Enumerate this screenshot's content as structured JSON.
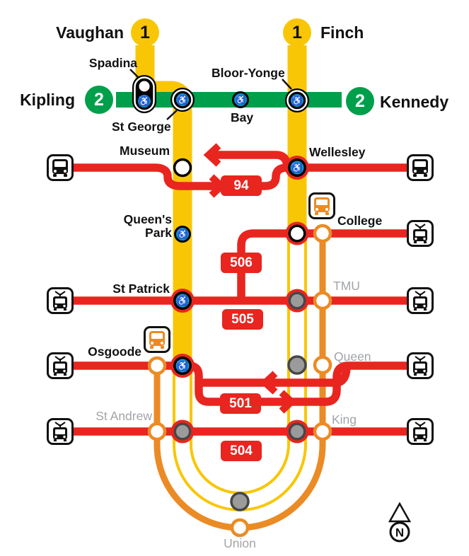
{
  "lines": {
    "line1": {
      "number": "1",
      "west_terminal": "Vaughan",
      "east_terminal": "Finch"
    },
    "line2": {
      "number": "2",
      "west_terminal": "Kipling",
      "east_terminal": "Kennedy"
    }
  },
  "stations": {
    "spadina": "Spadina",
    "st_george": "St George",
    "bay": "Bay",
    "bloor_yonge": "Bloor-Yonge",
    "museum": "Museum",
    "wellesley": "Wellesley",
    "queens_park": "Queen's Park",
    "college": "College",
    "st_patrick": "St Patrick",
    "tmu": "TMU",
    "osgoode": "Osgoode",
    "queen": "Queen",
    "st_andrew": "St Andrew",
    "king": "King",
    "union": "Union"
  },
  "routes": {
    "r94": {
      "badge": "94"
    },
    "r506": {
      "badge": "506"
    },
    "r505": {
      "badge": "505"
    },
    "r501": {
      "badge": "501"
    },
    "r504": {
      "badge": "504"
    }
  },
  "compass": {
    "label": "N"
  },
  "icons": {
    "bus_stop": "bus-icon",
    "streetcar_stop": "streetcar-icon",
    "shuttle_stop": "shuttle-bus-icon",
    "accessible": "wheelchair-icon",
    "compass": "north-compass-icon"
  },
  "colors": {
    "line1": "#F9C606",
    "line2": "#009F4B",
    "route": "#E8251F",
    "diversion": "#EB8B25",
    "accessible": "#1495D3",
    "closed_fill": "#9B9B9B",
    "closed_ring": "#474747",
    "closed_text": "#A2A4A8",
    "label": "#111111"
  }
}
